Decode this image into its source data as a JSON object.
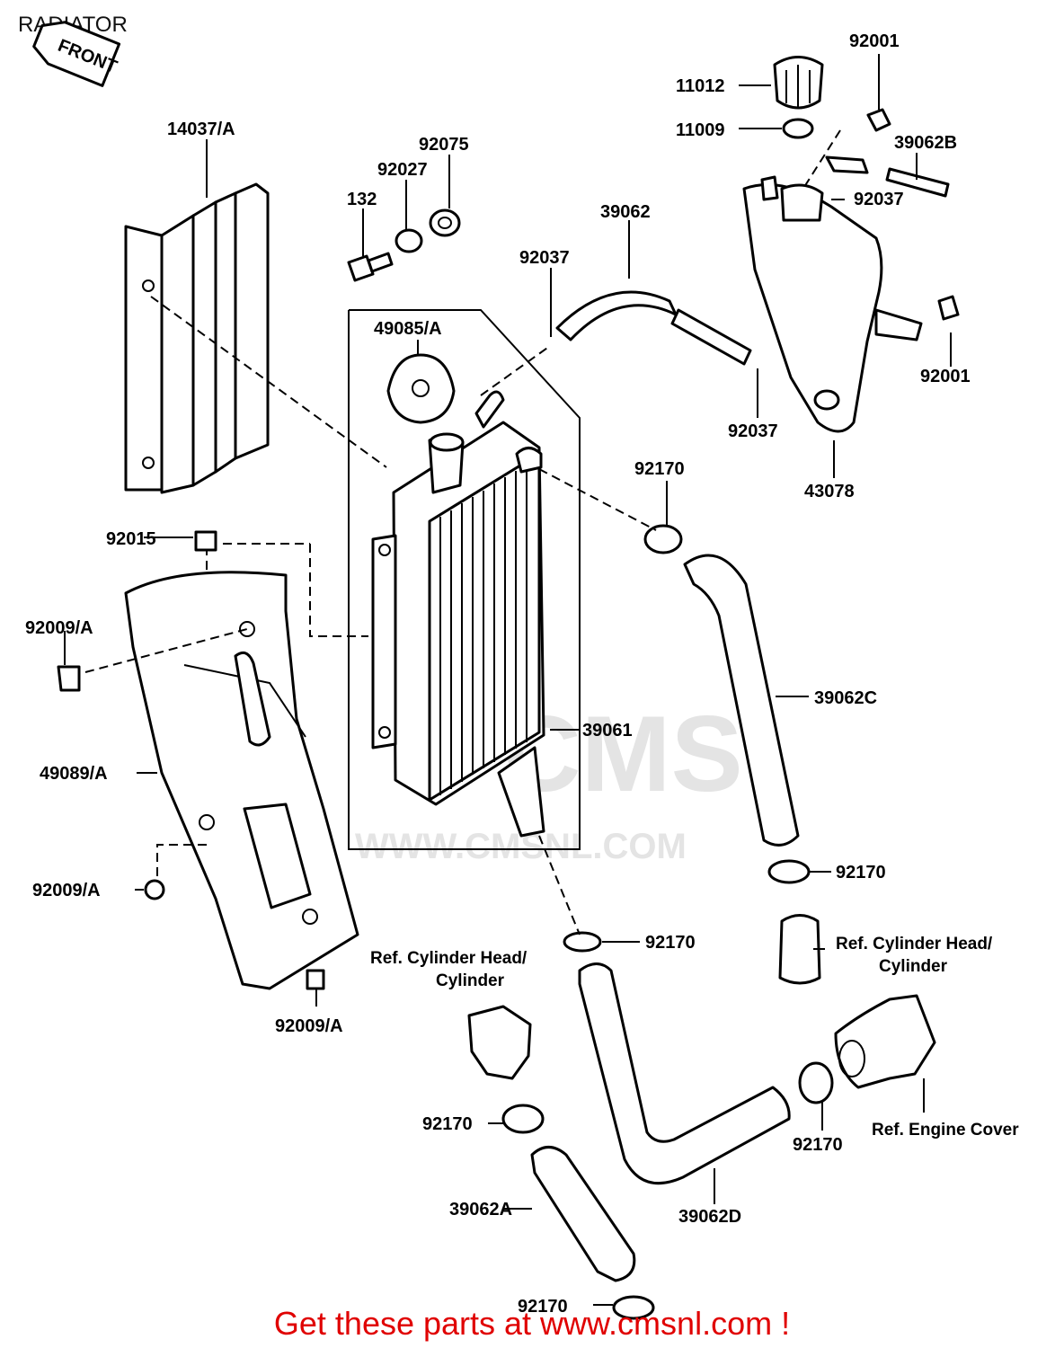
{
  "title": "RADIATOR",
  "front_tag": "FRONT",
  "watermark": {
    "logo": "CMS",
    "site": "WWW.CMSNL.COM"
  },
  "footer": "Get these parts at www.cmsnl.com !",
  "labels": {
    "p14037A": "14037/A",
    "p132": "132",
    "p92027": "92027",
    "p92075": "92075",
    "p39062": "39062",
    "p92037_top": "92037",
    "p92037_right": "92037",
    "p92037_hose": "92037",
    "p49085A": "49085/A",
    "p11012": "11012",
    "p11009": "11009",
    "p92001_top": "92001",
    "p92001_right": "92001",
    "p39062B": "39062B",
    "p43078": "43078",
    "p92170_a": "92170",
    "p92170_b": "92170",
    "p92170_c": "92170",
    "p92170_d": "92170",
    "p92170_e": "92170",
    "p92170_f": "92170",
    "p92015": "92015",
    "p92009A_1": "92009/A",
    "p92009A_2": "92009/A",
    "p92009A_3": "92009/A",
    "p49089A": "49089/A",
    "p39061": "39061",
    "p39062C": "39062C",
    "p39062A": "39062A",
    "p39062D": "39062D"
  },
  "refs": {
    "cyl_head_left_1": "Ref. Cylinder Head/",
    "cyl_head_left_2": "Cylinder",
    "cyl_head_right_1": "Ref. Cylinder Head/",
    "cyl_head_right_2": "Cylinder",
    "engine_cover": "Ref. Engine Cover"
  }
}
